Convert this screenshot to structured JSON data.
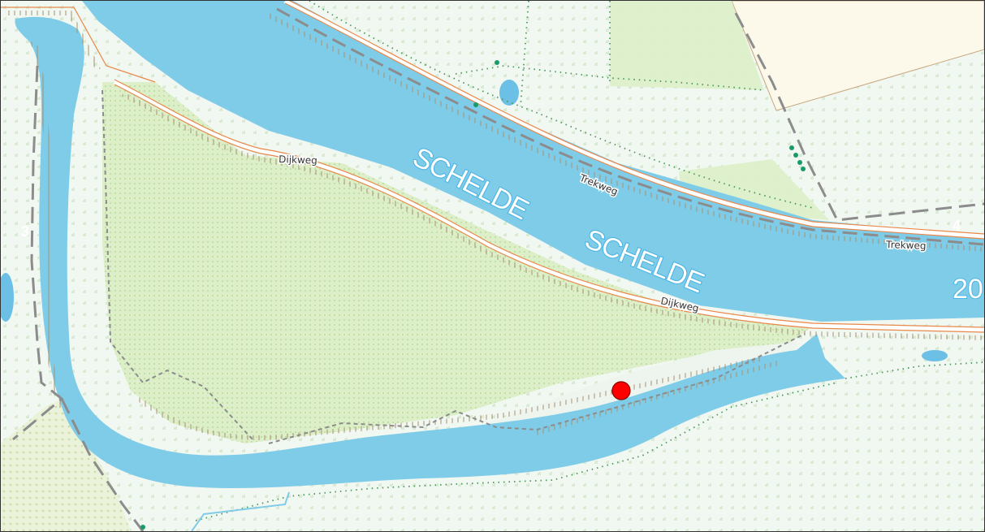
{
  "map": {
    "water_labels": [
      "SCHELDE",
      "SCHELDE"
    ],
    "road_labels": [
      "Dijkweg",
      "Dijkweg",
      "Trekweg",
      "Trekweg"
    ],
    "grid_numbers": [
      "3",
      "4"
    ],
    "edge_number": "20",
    "colors": {
      "water": "#7fcce9",
      "water_label_outline": "#4cb4e2",
      "grassland": "#dcefc8",
      "background": "#f1f7f1",
      "road_casing": "#e9884a",
      "dike_hatch": "#a89070",
      "path_dash": "#8c8c8c",
      "hedge_dots": "#4a9a5c",
      "field": "#fcf9ea",
      "marker": "#ff0000"
    },
    "marker": {
      "name": "location-marker",
      "color": "#ff0000"
    }
  }
}
